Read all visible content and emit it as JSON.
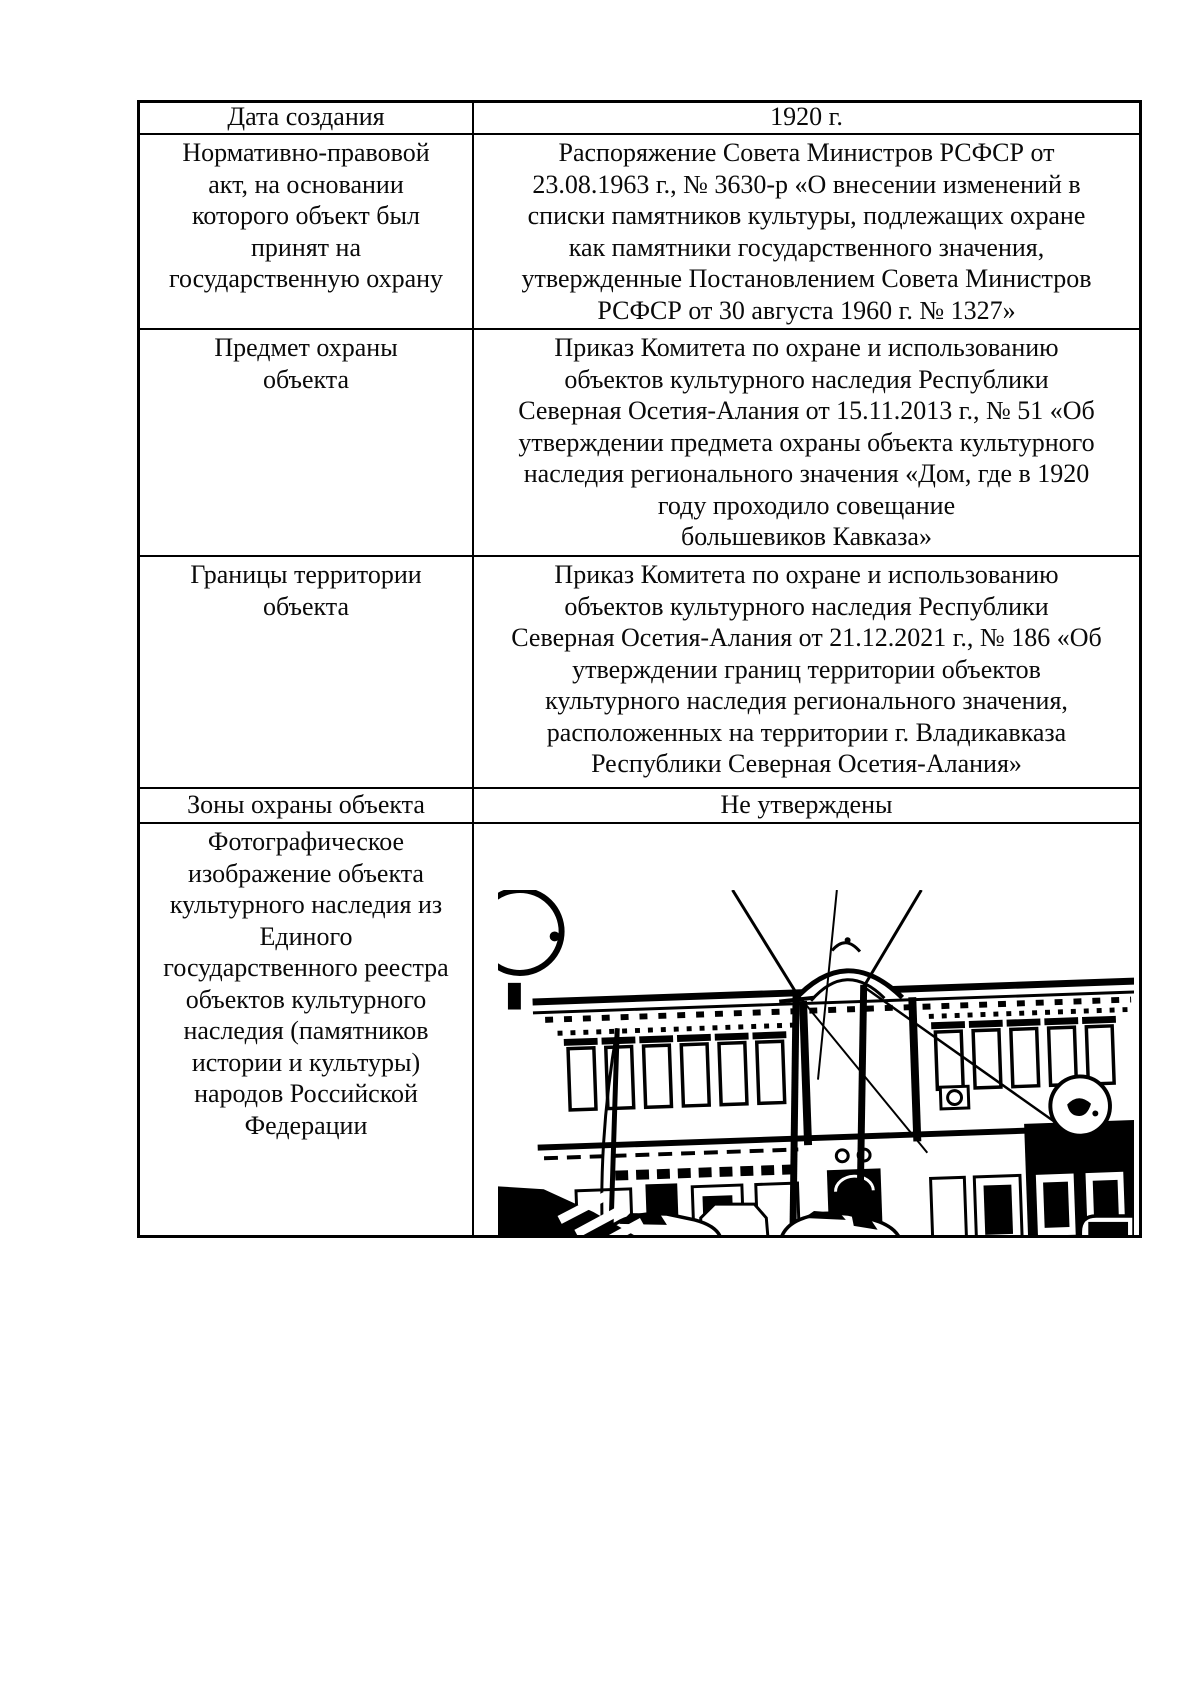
{
  "colors": {
    "ink": "#0a0a0a",
    "paper": "#ffffff"
  },
  "table": {
    "rows": [
      {
        "label": "Дата создания",
        "value": "1920 г."
      },
      {
        "label": "Нормативно-правовой\nакт, на основании\nкоторого объект был\nпринят на\nгосударственную охрану",
        "value": "Распоряжение Совета Министров РСФСР от\n23.08.1963 г., № 3630-р «О внесении изменений в\nсписки памятников культуры, подлежащих охране\nкак памятники государственного значения,\nутвержденные Постановлением Совета Министров\nРСФСР от 30 августа 1960 г. № 1327»"
      },
      {
        "label": "Предмет охраны\nобъекта",
        "value": "Приказ Комитета по охране и использованию\nобъектов культурного наследия Республики\nСеверная Осетия-Алания от 15.11.2013 г., № 51 «Об\nутверждении предмета охраны объекта культурного\nнаследия регионального значения «Дом, где в 1920\nгоду проходило совещание\nбольшевиков Кавказа»"
      },
      {
        "label": "Границы территории\nобъекта",
        "value": "Приказ Комитета по охране и использованию\nобъектов культурного наследия Республики\nСеверная Осетия-Алания от 21.12.2021 г., № 186 «Об\nутверждении границ территории объектов\nкультурного наследия регионального значения,\nрасположенных на территории г. Владикавказа\nРеспублики Северная Осетия-Алания»"
      },
      {
        "label": "Зоны охраны объекта",
        "value": "Не утверждены"
      },
      {
        "label": "Фотографическое\nизображение объекта\nкультурного наследия из\nЕдиного\nгосударственного реестра\nобъектов культурного\nнаследия (памятников\nистории и культуры)\nнародов Российской\nФедерации",
        "value": "",
        "photo": "building-facade-photo"
      }
    ]
  }
}
